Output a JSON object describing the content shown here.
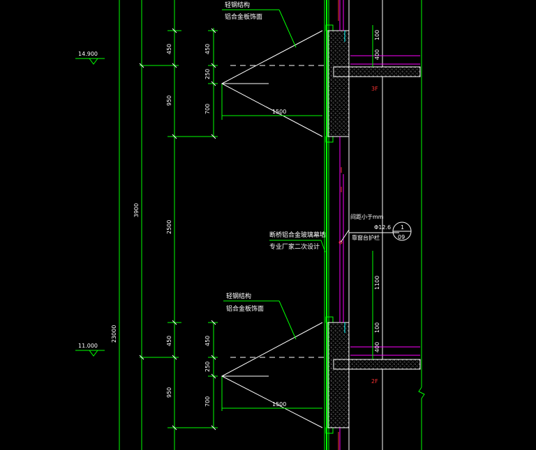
{
  "colors": {
    "background": "#000000",
    "line_green": "#00ff00",
    "line_white": "#ffffff",
    "line_magenta": "#ff00ff",
    "line_cyan": "#00ffff",
    "line_red": "#ff3333"
  },
  "elevations": {
    "upper": "14.900",
    "lower": "11.000"
  },
  "dimensions": {
    "overall": "23000",
    "floor_height": "3900",
    "upper_450": "450",
    "upper_950": "950",
    "middle_2500": "2500",
    "lower_450": "450",
    "lower_950": "950",
    "upper_inner_450": "450",
    "upper_inner_250": "250",
    "upper_inner_700": "700",
    "lower_inner_450": "450",
    "lower_inner_250": "250",
    "lower_inner_700": "700",
    "upper_span_1500": "1500",
    "lower_span_1500": "1500",
    "right_upper_100": "100",
    "right_upper_400": "400",
    "right_lower_100": "100",
    "right_lower_400": "400",
    "right_1100": "1100"
  },
  "annotations": {
    "upper_note_line1": "轻钢结构",
    "upper_note_line2": "铝合金板饰面",
    "lower_note_line1": "轻钢结构",
    "lower_note_line2": "铝合金板饰面",
    "curtain_line1": "断桥铝合金玻璃幕墙",
    "curtain_line2": "专业厂家二次设计",
    "railing_line1": "间距小于",
    "railing_line2": "Φ12.6",
    "railing_line3": "靠窗台护栏",
    "railing_unit": "mm",
    "bubble_top": "1",
    "bubble_bottom": "09"
  },
  "floor_labels": {
    "upper": "3F",
    "lower": "2F"
  }
}
